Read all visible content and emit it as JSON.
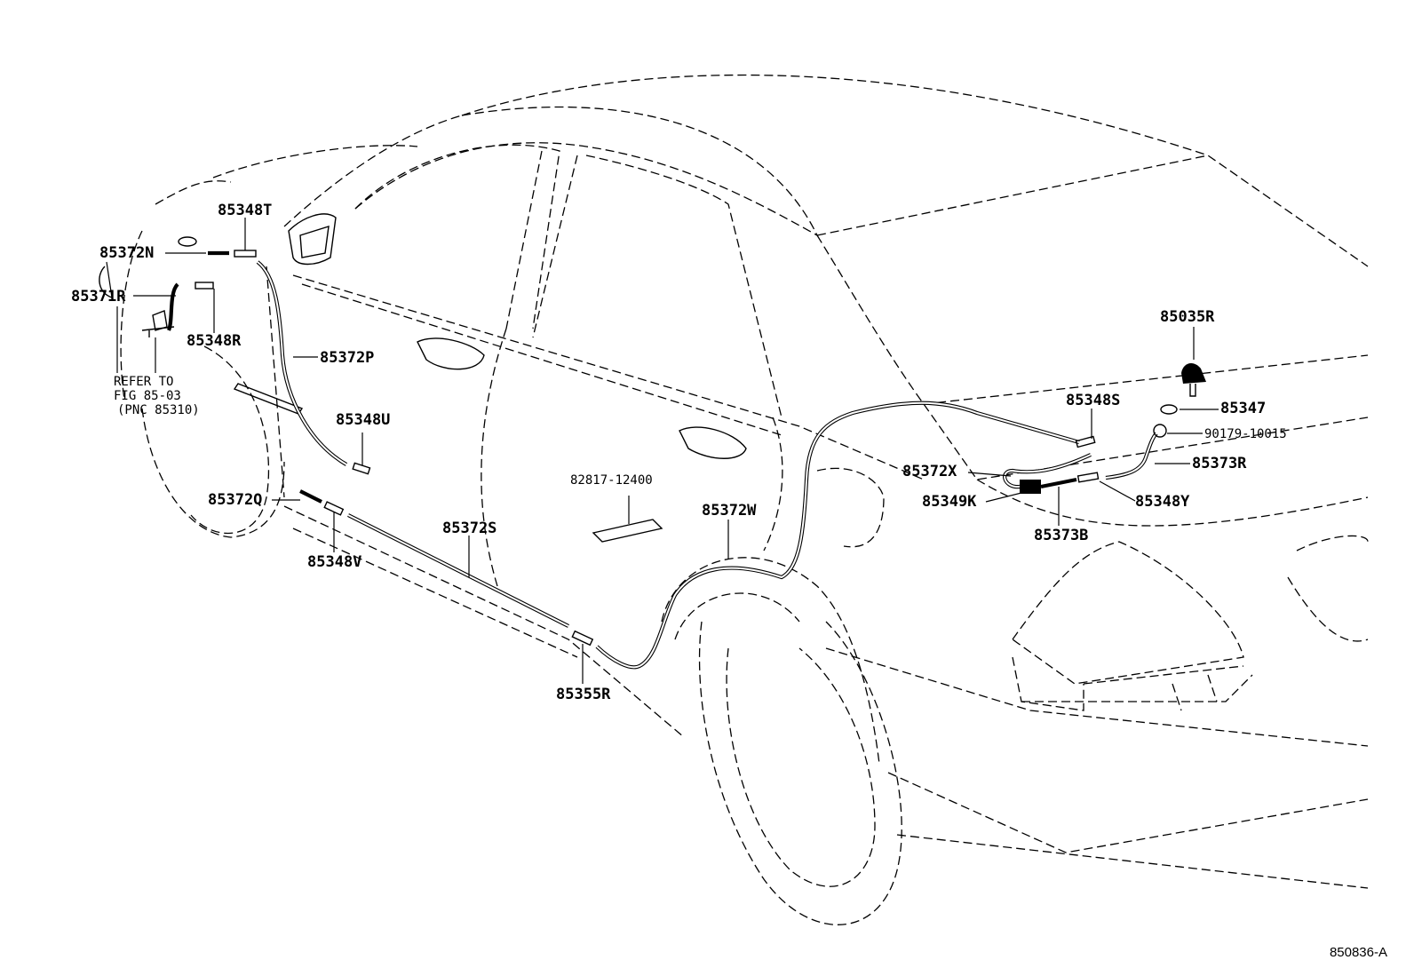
{
  "labels": {
    "p85348T": "85348T",
    "p85372N": "85372N",
    "p85371R": "85371R",
    "p85348R": "85348R",
    "p85372P": "85372P",
    "p85348U": "85348U",
    "p85372Q": "85372Q",
    "p85348V": "85348V",
    "p85372S": "85372S",
    "p82817": "82817-12400",
    "p85372W": "85372W",
    "p85355R": "85355R",
    "p85035R": "85035R",
    "p85347": "85347",
    "p90179": "90179-10015",
    "p85348S": "85348S",
    "p85373R": "85373R",
    "p85372X": "85372X",
    "p85349K": "85349K",
    "p85348Y": "85348Y",
    "p85373B": "85373B"
  },
  "reference_note": [
    "REFER TO",
    "FIG 85-03",
    "(PNC 85310)"
  ],
  "doc_code": "850836-A"
}
